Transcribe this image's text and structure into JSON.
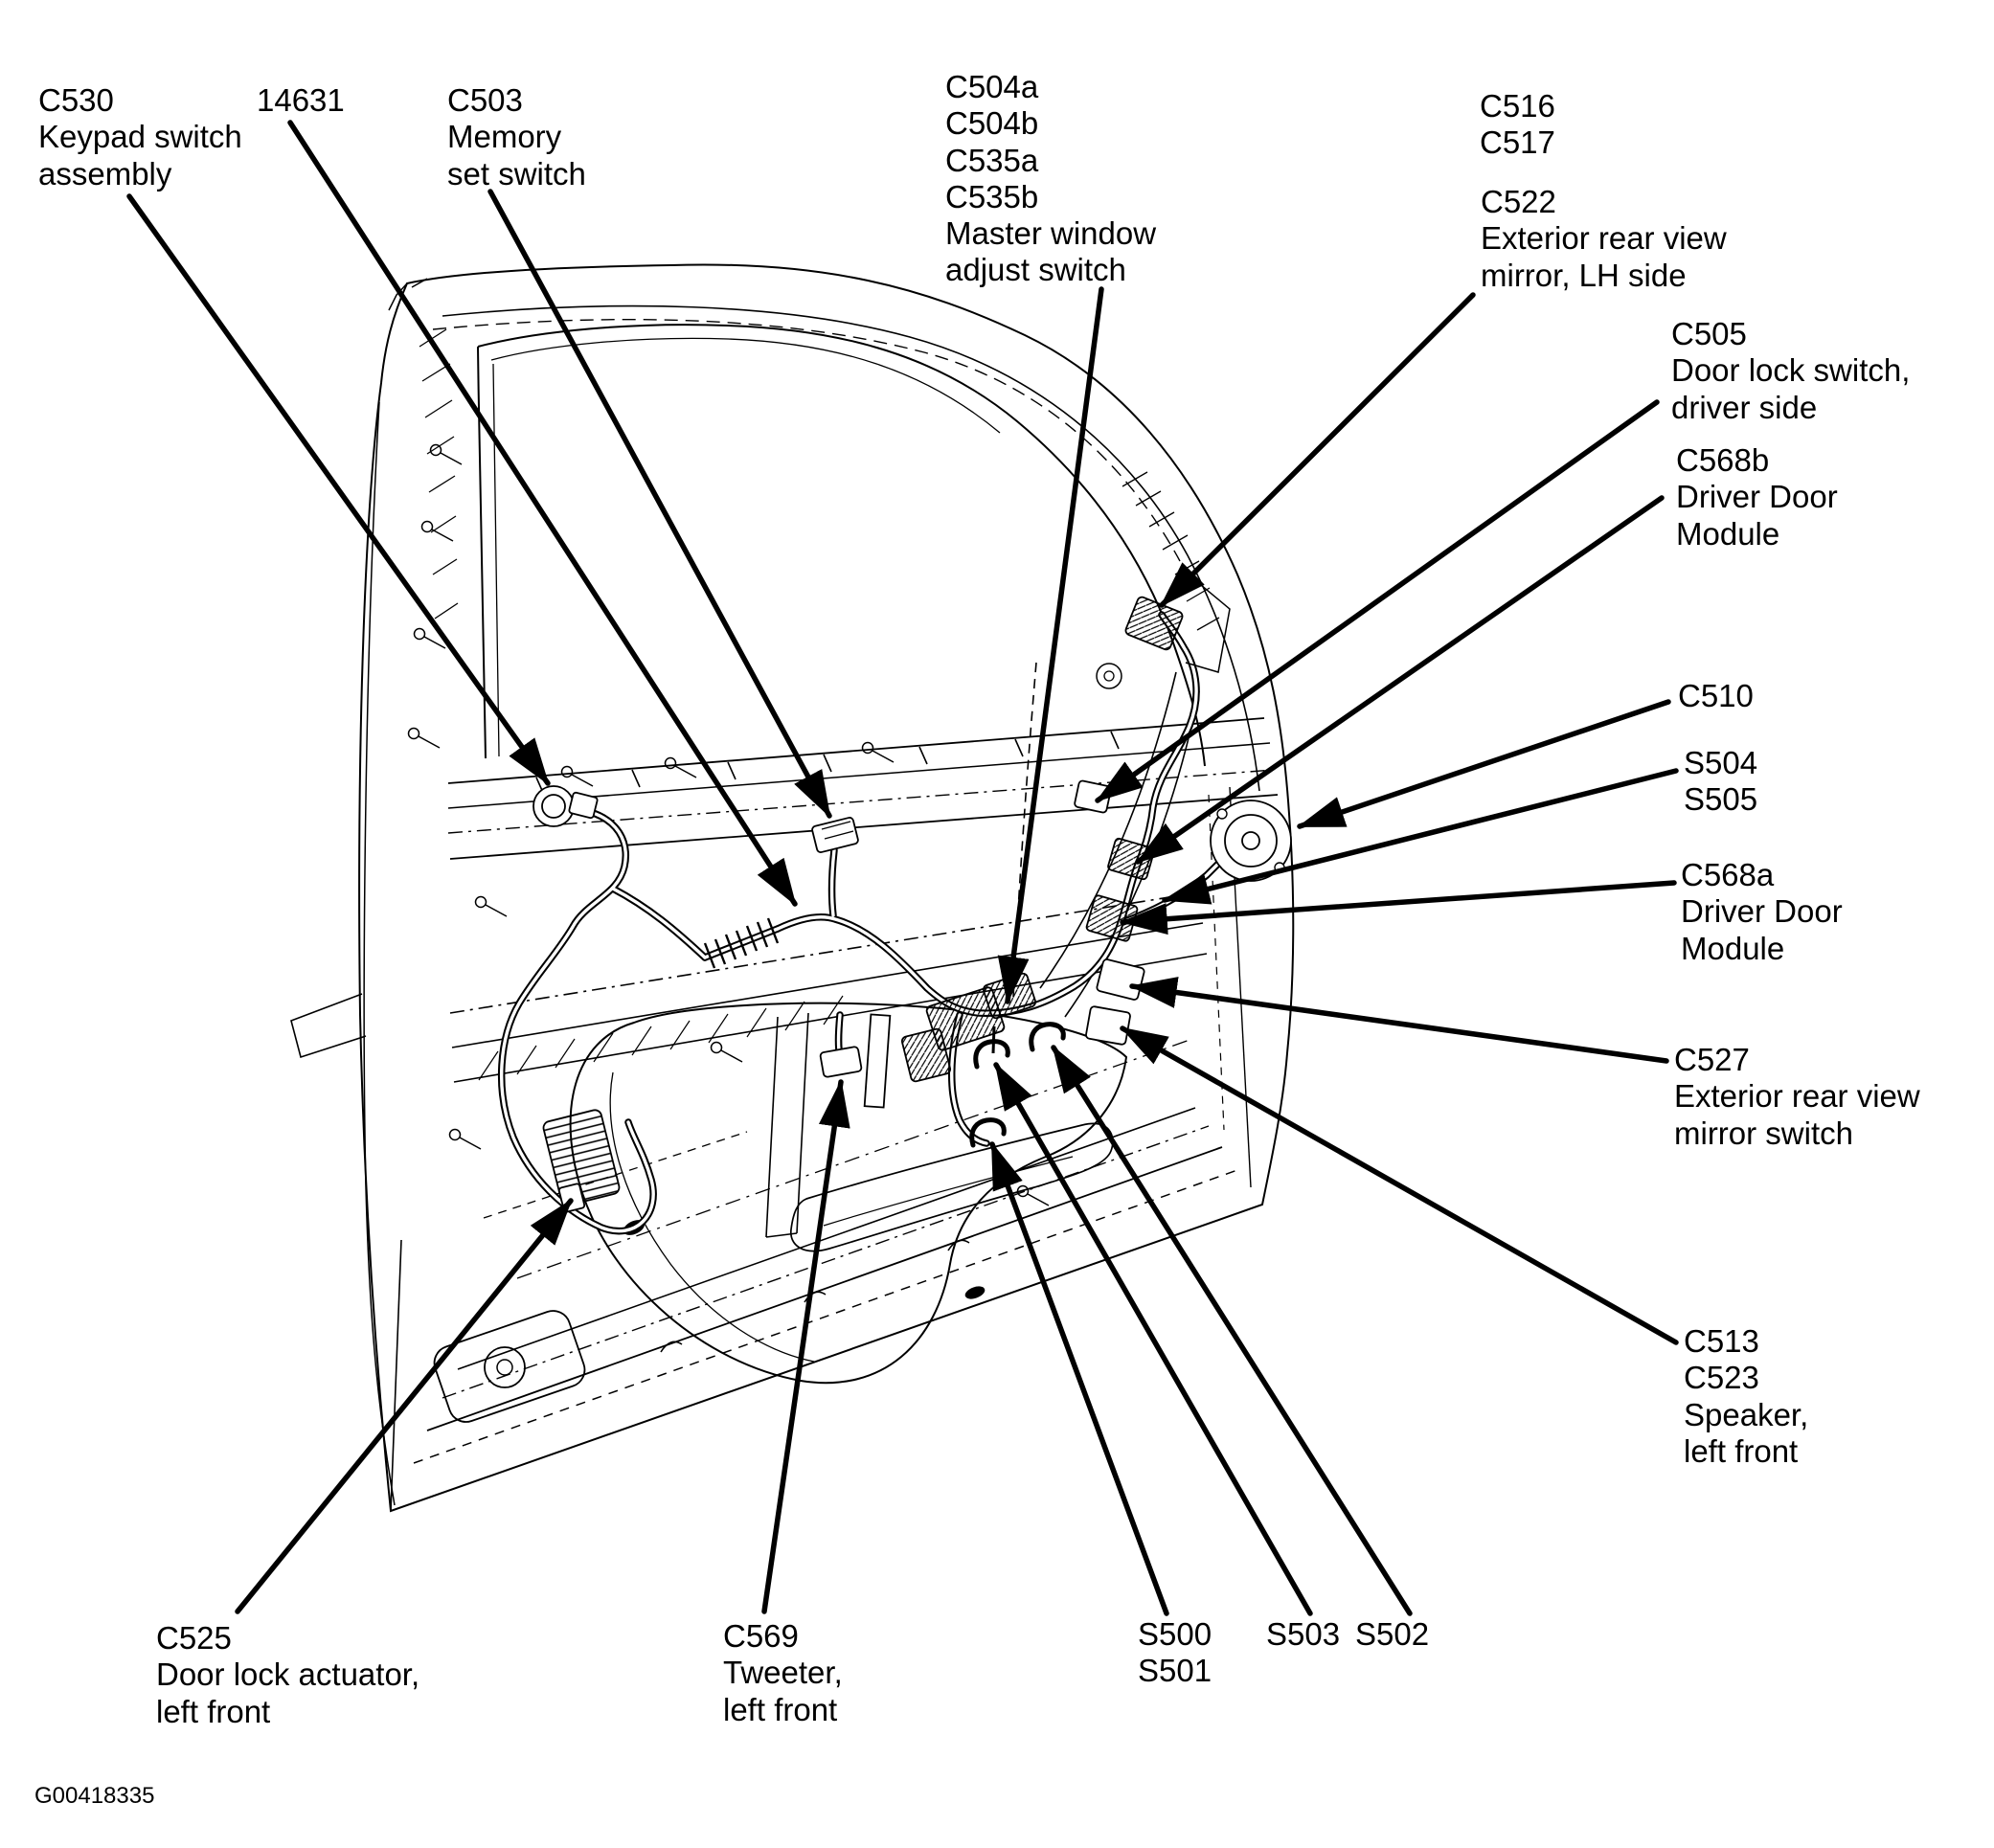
{
  "figure": {
    "id_code": "G00418335"
  },
  "colors": {
    "ink": "#000000",
    "paper": "#ffffff"
  },
  "callouts": [
    {
      "key": "c530",
      "text": "C530\nKeypad switch\nassembly"
    },
    {
      "key": "n14631",
      "text": "14631"
    },
    {
      "key": "c503",
      "text": "C503\nMemory\nset switch"
    },
    {
      "key": "c504",
      "text": "C504a\nC504b\nC535a\nC535b\nMaster window\nadjust switch"
    },
    {
      "key": "c516",
      "text": "C516\nC517"
    },
    {
      "key": "c522",
      "text": "C522\nExterior rear view\nmirror, LH side"
    },
    {
      "key": "c505",
      "text": "C505\nDoor lock switch,\ndriver side"
    },
    {
      "key": "c568b",
      "text": "C568b\nDriver Door\nModule"
    },
    {
      "key": "c510",
      "text": "C510"
    },
    {
      "key": "s504",
      "text": "S504\nS505"
    },
    {
      "key": "c568a",
      "text": "C568a\nDriver Door\nModule"
    },
    {
      "key": "c527",
      "text": "C527\nExterior rear view\nmirror switch"
    },
    {
      "key": "c513",
      "text": "C513\nC523\nSpeaker,\nleft front"
    },
    {
      "key": "c525",
      "text": "C525\nDoor lock actuator,\nleft front"
    },
    {
      "key": "c569",
      "text": "C569\nTweeter,\nleft front"
    },
    {
      "key": "s500",
      "text": "S500\nS501"
    },
    {
      "key": "s503",
      "text": "S503"
    },
    {
      "key": "s502",
      "text": "S502"
    }
  ]
}
